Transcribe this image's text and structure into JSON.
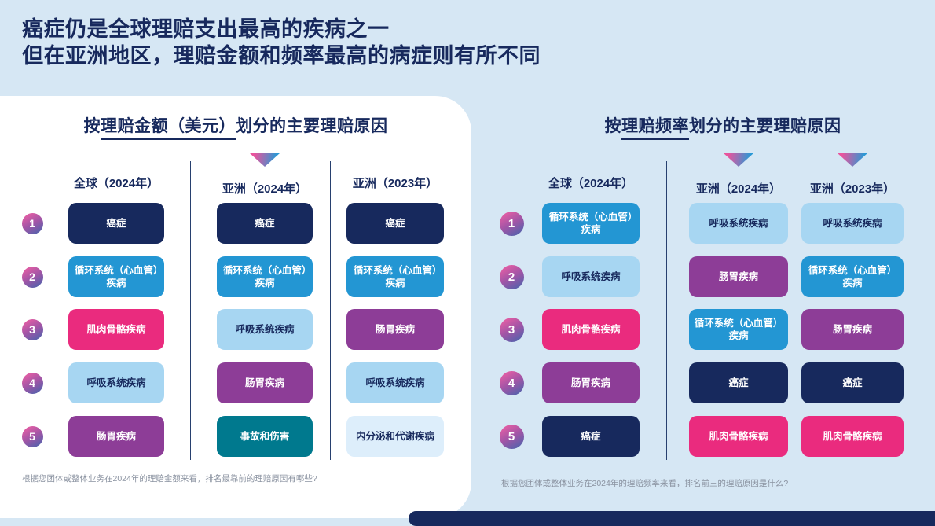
{
  "header": {
    "line1": "癌症仍是全球理赔支出最高的疾病之一",
    "line2": "但在亚洲地区，理赔金额和频率最高的病症则有所不同"
  },
  "ranks": [
    "1",
    "2",
    "3",
    "4",
    "5"
  ],
  "colors": {
    "navy": "#17295d",
    "blue": "#2396d3",
    "light_blue": "#a7d6f2",
    "pale_blue": "#ddeefb",
    "pink": "#ea2b7e",
    "purple": "#8d3d97",
    "teal": "#00798e",
    "background": "#d6e7f4",
    "panel": "#ffffff",
    "footnote_gray": "#8b93a1",
    "badge_gradient_start": "#ee5fa4",
    "badge_gradient_end": "#4b63ad",
    "marker_gradient_start": "#e9549d",
    "marker_gradient_end": "#2a99d5"
  },
  "panels": [
    {
      "id": "claim-amount",
      "title_prefix": "按",
      "title_underline": "理赔金额（美元）",
      "title_suffix": "划分的主要理赔原因",
      "footnote": "根据您团体或整体业务在2024年的理赔金额来看，排名最靠前的理赔原因有哪些?",
      "columns": [
        {
          "header": "全球（2024年）",
          "marker": false,
          "items": [
            {
              "label": "癌症",
              "color": "navy",
              "text": "light"
            },
            {
              "label": "循环系统（心血管）疾病",
              "color": "blue",
              "text": "light"
            },
            {
              "label": "肌肉骨骼疾病",
              "color": "pink",
              "text": "light"
            },
            {
              "label": "呼吸系统疾病",
              "color": "light_blue",
              "text": "dark"
            },
            {
              "label": "肠胃疾病",
              "color": "purple",
              "text": "light"
            }
          ]
        },
        {
          "header": "亚洲（2024年）",
          "marker": true,
          "items": [
            {
              "label": "癌症",
              "color": "navy",
              "text": "light"
            },
            {
              "label": "循环系统（心血管）疾病",
              "color": "blue",
              "text": "light"
            },
            {
              "label": "呼吸系统疾病",
              "color": "light_blue",
              "text": "dark"
            },
            {
              "label": "肠胃疾病",
              "color": "purple",
              "text": "light"
            },
            {
              "label": "事故和伤害",
              "color": "teal",
              "text": "light"
            }
          ]
        },
        {
          "header": "亚洲（2023年）",
          "marker": false,
          "items": [
            {
              "label": "癌症",
              "color": "navy",
              "text": "light"
            },
            {
              "label": "循环系统（心血管）疾病",
              "color": "blue",
              "text": "light"
            },
            {
              "label": "肠胃疾病",
              "color": "purple",
              "text": "light"
            },
            {
              "label": "呼吸系统疾病",
              "color": "light_blue",
              "text": "dark"
            },
            {
              "label": "内分泌和代谢疾病",
              "color": "pale_blue",
              "text": "dark"
            }
          ]
        }
      ]
    },
    {
      "id": "claim-frequency",
      "title_prefix": "按",
      "title_underline": "理赔频率",
      "title_suffix": "划分的主要理赔原因",
      "footnote": "根据您团体或整体业务在2024年的理赔频率来看，排名前三的理赔原因是什么?",
      "columns": [
        {
          "header": "全球（2024年）",
          "marker": false,
          "items": [
            {
              "label": "循环系统（心血管）疾病",
              "color": "blue",
              "text": "light"
            },
            {
              "label": "呼吸系统疾病",
              "color": "light_blue",
              "text": "dark"
            },
            {
              "label": "肌肉骨骼疾病",
              "color": "pink",
              "text": "light"
            },
            {
              "label": "肠胃疾病",
              "color": "purple",
              "text": "light"
            },
            {
              "label": "癌症",
              "color": "navy",
              "text": "light"
            }
          ]
        },
        {
          "header": "亚洲（2024年）",
          "marker": true,
          "items": [
            {
              "label": "呼吸系统疾病",
              "color": "light_blue",
              "text": "dark"
            },
            {
              "label": "肠胃疾病",
              "color": "purple",
              "text": "light"
            },
            {
              "label": "循环系统（心血管）疾病",
              "color": "blue",
              "text": "light"
            },
            {
              "label": "癌症",
              "color": "navy",
              "text": "light"
            },
            {
              "label": "肌肉骨骼疾病",
              "color": "pink",
              "text": "light"
            }
          ]
        },
        {
          "header": "亚洲（2023年）",
          "marker": true,
          "items": [
            {
              "label": "呼吸系统疾病",
              "color": "light_blue",
              "text": "dark"
            },
            {
              "label": "循环系统（心血管）疾病",
              "color": "blue",
              "text": "light"
            },
            {
              "label": "肠胃疾病",
              "color": "purple",
              "text": "light"
            },
            {
              "label": "癌症",
              "color": "navy",
              "text": "light"
            },
            {
              "label": "肌肉骨骼疾病",
              "color": "pink",
              "text": "light"
            }
          ]
        }
      ]
    }
  ],
  "chart_data": [
    {
      "type": "table",
      "title": "按理赔金额（美元）划分的主要理赔原因",
      "columns": [
        "全球（2024年）",
        "亚洲（2024年）",
        "亚洲（2023年）"
      ],
      "rank_labels": [
        "1",
        "2",
        "3",
        "4",
        "5"
      ],
      "rows": [
        [
          "癌症",
          "癌症",
          "癌症"
        ],
        [
          "循环系统（心血管）疾病",
          "循环系统（心血管）疾病",
          "循环系统（心血管）疾病"
        ],
        [
          "肌肉骨骼疾病",
          "呼吸系统疾病",
          "肠胃疾病"
        ],
        [
          "呼吸系统疾病",
          "肠胃疾病",
          "呼吸系统疾病"
        ],
        [
          "肠胃疾病",
          "事故和伤害",
          "内分泌和代谢疾病"
        ]
      ]
    },
    {
      "type": "table",
      "title": "按理赔频率划分的主要理赔原因",
      "columns": [
        "全球（2024年）",
        "亚洲（2024年）",
        "亚洲（2023年）"
      ],
      "rank_labels": [
        "1",
        "2",
        "3",
        "4",
        "5"
      ],
      "rows": [
        [
          "循环系统（心血管）疾病",
          "呼吸系统疾病",
          "呼吸系统疾病"
        ],
        [
          "呼吸系统疾病",
          "肠胃疾病",
          "循环系统（心血管）疾病"
        ],
        [
          "肌肉骨骼疾病",
          "循环系统（心血管）疾病",
          "肠胃疾病"
        ],
        [
          "肠胃疾病",
          "癌症",
          "癌症"
        ],
        [
          "癌症",
          "肌肉骨骼疾病",
          "肌肉骨骼疾病"
        ]
      ]
    }
  ]
}
